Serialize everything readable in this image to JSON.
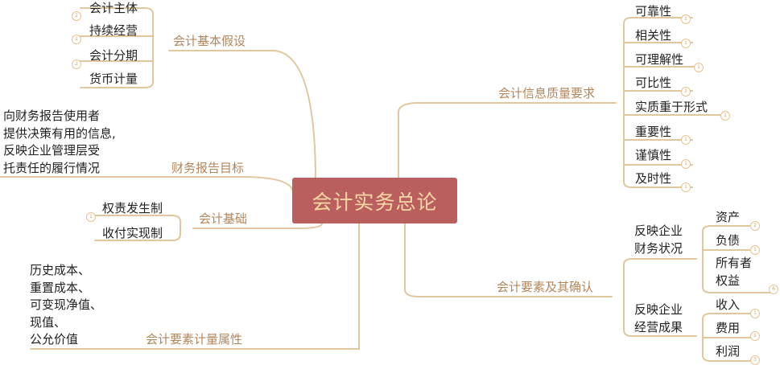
{
  "central": "会计实务总论",
  "branches": {
    "assumptions": {
      "label": "会计基本假设",
      "items": [
        "会计主体",
        "持续经营",
        "会计分期",
        "货币计量"
      ],
      "badges": [
        "2",
        "1",
        "2"
      ]
    },
    "objective": {
      "label": "财务报告目标",
      "text": "向财务报告使用者\n提供决策有用的信息,\n反映企业管理层受\n托责任的履行情况"
    },
    "basis": {
      "label": "会计基础",
      "items": [
        "权责发生制",
        "收付实现制"
      ],
      "badges": [
        "1"
      ]
    },
    "measurement": {
      "label": "会计要素计量属性",
      "text": "历史成本、\n重置成本、\n可变现净值、\n现值、\n公允价值"
    },
    "quality": {
      "label": "会计信息质量要求",
      "items": [
        "可靠性",
        "相关性",
        "可理解性",
        "可比性",
        "实质重于形式",
        "重要性",
        "谨慎性",
        "及时性"
      ],
      "badges": [
        "1",
        "1",
        "1",
        "2",
        "1",
        "1",
        "1",
        "1"
      ]
    },
    "elements": {
      "label": "会计要素及其确认",
      "groups": [
        {
          "label": "反映企业\n财务状况",
          "items": [
            "资产",
            "负债",
            "所有者\n权益"
          ],
          "badges": [
            "2",
            "1",
            "6"
          ]
        },
        {
          "label": "反映企业\n经营成果",
          "items": [
            "收入",
            "费用",
            "利润"
          ],
          "badges": [
            "1",
            "1",
            "3"
          ]
        }
      ]
    }
  },
  "colors": {
    "central_bg": "#bb5f5e",
    "central_text": "#f6d7a6",
    "line": "#e0c79e",
    "topic_text": "#b4865a",
    "node_text": "#222222",
    "badge": "#e7c390"
  }
}
